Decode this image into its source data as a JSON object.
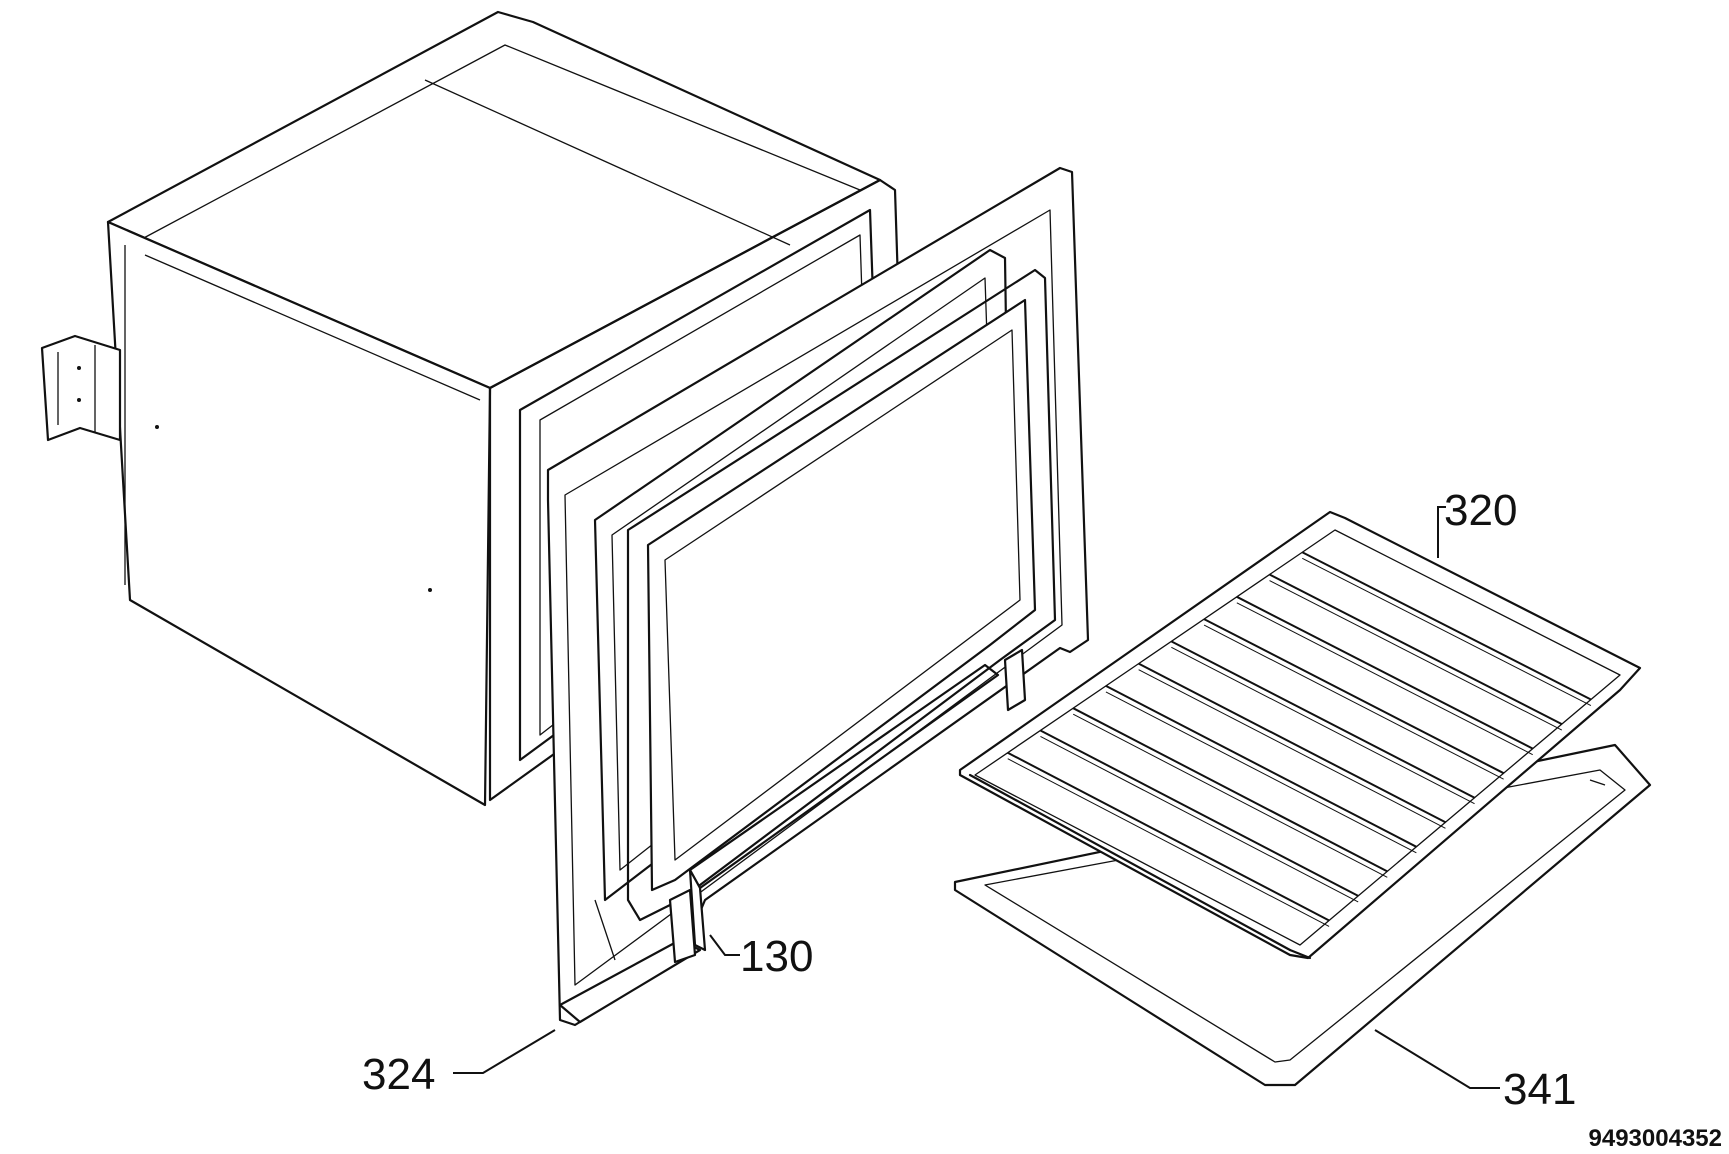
{
  "callouts": {
    "door_seal": "130",
    "shelf_rack": "320",
    "door_frame": "324",
    "baking_tray": "341"
  },
  "drawing_code": "9493004352"
}
